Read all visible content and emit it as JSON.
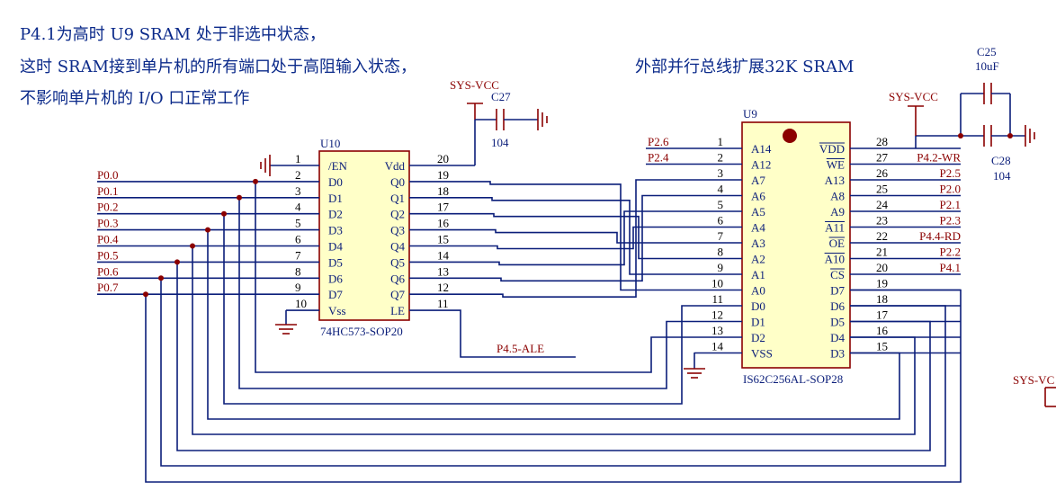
{
  "notes": {
    "line1": "P4.1为高时 U9 SRAM 处于非选中状态，",
    "line2": "这时 SRAM接到单片机的所有端口处于高阻输入状态，",
    "line3": "不影响单片机的 I/O 口正常工作",
    "title": "外部并行总线扩展32K SRAM"
  },
  "u10": {
    "ref": "U10",
    "part": "74HC573-SOP20",
    "left_pins": [
      {
        "num": "1",
        "name": "/EN"
      },
      {
        "num": "2",
        "name": "D0"
      },
      {
        "num": "3",
        "name": "D1"
      },
      {
        "num": "4",
        "name": "D2"
      },
      {
        "num": "5",
        "name": "D3"
      },
      {
        "num": "6",
        "name": "D4"
      },
      {
        "num": "7",
        "name": "D5"
      },
      {
        "num": "8",
        "name": "D6"
      },
      {
        "num": "9",
        "name": "D7"
      },
      {
        "num": "10",
        "name": "Vss"
      }
    ],
    "right_pins": [
      {
        "num": "20",
        "name": "Vdd"
      },
      {
        "num": "19",
        "name": "Q0"
      },
      {
        "num": "18",
        "name": "Q1"
      },
      {
        "num": "17",
        "name": "Q2"
      },
      {
        "num": "16",
        "name": "Q3"
      },
      {
        "num": "15",
        "name": "Q4"
      },
      {
        "num": "14",
        "name": "Q5"
      },
      {
        "num": "13",
        "name": "Q6"
      },
      {
        "num": "12",
        "name": "Q7"
      },
      {
        "num": "11",
        "name": "LE"
      }
    ],
    "port_labels": [
      "P0.0",
      "P0.1",
      "P0.2",
      "P0.3",
      "P0.4",
      "P0.5",
      "P0.6",
      "P0.7"
    ],
    "le_label": "P4.5-ALE"
  },
  "u9": {
    "ref": "U9",
    "part": "IS62C256AL-SOP28",
    "left_pins": [
      {
        "num": "1",
        "name": "A14"
      },
      {
        "num": "2",
        "name": "A12"
      },
      {
        "num": "3",
        "name": "A7"
      },
      {
        "num": "4",
        "name": "A6"
      },
      {
        "num": "5",
        "name": "A5"
      },
      {
        "num": "6",
        "name": "A4"
      },
      {
        "num": "7",
        "name": "A3"
      },
      {
        "num": "8",
        "name": "A2"
      },
      {
        "num": "9",
        "name": "A1"
      },
      {
        "num": "10",
        "name": "A0"
      },
      {
        "num": "11",
        "name": "D0"
      },
      {
        "num": "12",
        "name": "D1"
      },
      {
        "num": "13",
        "name": "D2"
      },
      {
        "num": "14",
        "name": "VSS"
      }
    ],
    "right_pins": [
      {
        "num": "28",
        "name": "VDD"
      },
      {
        "num": "27",
        "name": "WE"
      },
      {
        "num": "26",
        "name": "A13"
      },
      {
        "num": "25",
        "name": "A8"
      },
      {
        "num": "24",
        "name": "A9"
      },
      {
        "num": "23",
        "name": "A11"
      },
      {
        "num": "22",
        "name": "OE"
      },
      {
        "num": "21",
        "name": "A10"
      },
      {
        "num": "20",
        "name": "CS"
      },
      {
        "num": "19",
        "name": "D7"
      },
      {
        "num": "18",
        "name": "D6"
      },
      {
        "num": "17",
        "name": "D5"
      },
      {
        "num": "16",
        "name": "D4"
      },
      {
        "num": "15",
        "name": "D3"
      }
    ],
    "left_labels": [
      "P2.6",
      "P2.4"
    ],
    "right_labels": [
      "P4.2-WR",
      "P2.5",
      "P2.0",
      "P2.1",
      "P2.3",
      "P4.4-RD",
      "P2.2",
      "P4.1"
    ]
  },
  "caps": {
    "c27": {
      "ref": "C27",
      "value": "104"
    },
    "c25": {
      "ref": "C25",
      "value": "10uF"
    },
    "c28": {
      "ref": "C28",
      "value": "104"
    }
  },
  "power": {
    "vcc1": "SYS-VCC",
    "vcc2": "SYS-VCC",
    "vcc3": "SYS-VC"
  }
}
